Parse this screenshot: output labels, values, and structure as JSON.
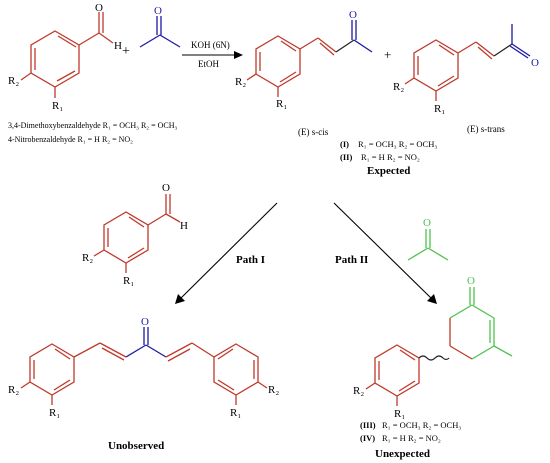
{
  "reagents": {
    "condition_top": "KOH (6N)",
    "condition_bottom": "EtOH"
  },
  "starting_materials": {
    "line1": "3,4-Dimethoxybenzaldehyde R₁ = OCH₃ R₂ = OCH₃",
    "line2": "4-Nitrobenzaldehyde R₁ = H R₂ = NO₂"
  },
  "atoms": {
    "O": "O",
    "H": "H",
    "R1": "R₁",
    "R2": "R₂"
  },
  "plus": "+",
  "conformers": {
    "s_cis": "(E) s-cis",
    "s_trans": "(E) s-trans"
  },
  "expected": {
    "compound_I_num": "(I)",
    "compound_I": "R₁ = OCH₃ R₂ = OCH₃",
    "compound_II_num": "(II)",
    "compound_II": "R₁ = H R₂ = NO₂",
    "label": "Expected"
  },
  "paths": {
    "path1": "Path I",
    "path2": "Path II"
  },
  "unobserved": {
    "label": "Unobserved"
  },
  "unexpected": {
    "compound_III_num": "(III)",
    "compound_III": "R₁ = OCH₃ R₂ = OCH₃",
    "compound_IV_num": "(IV)",
    "compound_IV": "R₁ = H R₂ = NO₂",
    "label": "Unexpected"
  },
  "colors": {
    "aryl": "#c0392b",
    "acetone": "#1a1aa6",
    "acetone_second": "#4cc24c",
    "text": "#000000"
  }
}
